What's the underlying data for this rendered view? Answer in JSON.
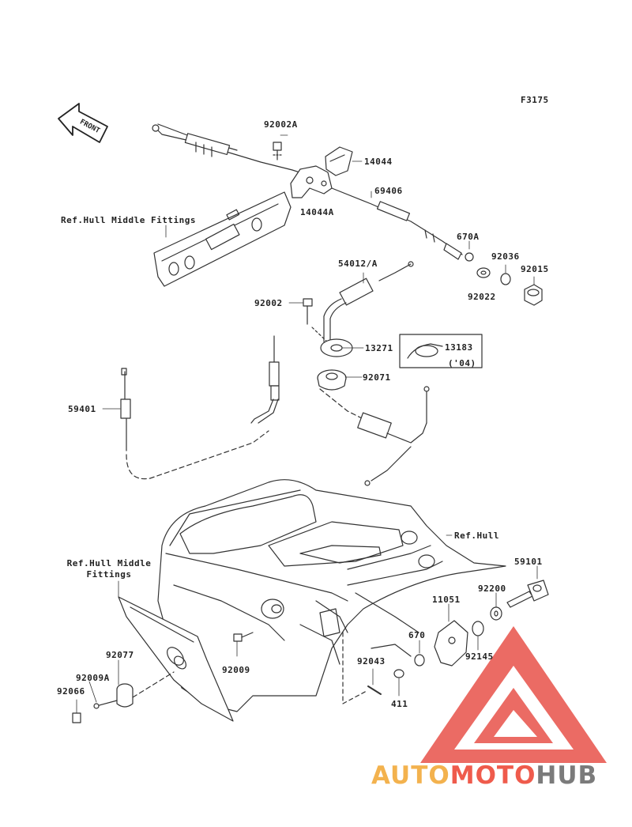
{
  "figure_code": "F3175",
  "front_label": "FRONT",
  "labels": {
    "p92002A": "92002A",
    "p14044": "14044",
    "p14044A": "14044A",
    "p69406": "69406",
    "ref_hull_middle_top": "Ref.Hull Middle Fittings",
    "p670A": "670A",
    "p92036": "92036",
    "p92015": "92015",
    "p92022": "92022",
    "p54012A": "54012/A",
    "p92002": "92002",
    "p13271": "13271",
    "p13183": "13183",
    "p13183_note": "('04)",
    "p92071": "92071",
    "p59401": "59401",
    "ref_hull": "Ref.Hull",
    "ref_hull_middle_bottom_1": "Ref.Hull Middle",
    "ref_hull_middle_bottom_2": "Fittings",
    "p59101": "59101",
    "p92200": "92200",
    "p11051": "11051",
    "p670": "670",
    "p92145": "92145",
    "p92043": "92043",
    "p411": "411",
    "p92009": "92009",
    "p92077": "92077",
    "p92009A": "92009A",
    "p92066": "92066"
  },
  "watermark": {
    "part1": "AUTO",
    "part2": "MOTO",
    "part3": "HUB",
    "colors": {
      "part1": "#f3b24e",
      "part2": "#ef5b4c",
      "part3": "#7b7b7b"
    }
  }
}
